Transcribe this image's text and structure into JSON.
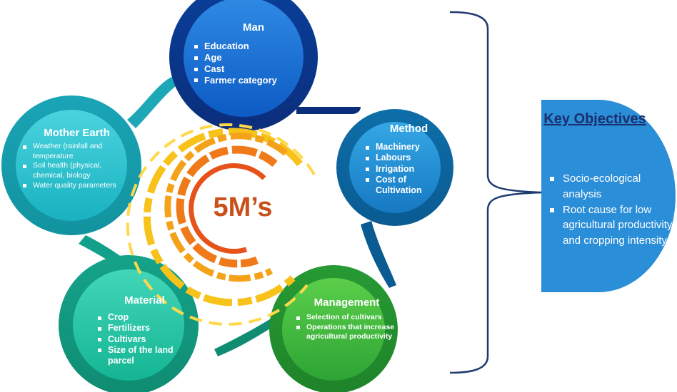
{
  "center": {
    "label": "5M’s"
  },
  "man": {
    "title": "Man",
    "items": [
      "Education",
      "Age",
      "Cast",
      "Farmer category"
    ]
  },
  "method": {
    "title": "Method",
    "items": [
      "Machinery",
      "Labours",
      "Irrigation",
      "Cost of Cultivation"
    ]
  },
  "mother_earth": {
    "title": "Mother Earth",
    "items": [
      "Weather (rainfall and temperature",
      "Soil health (physical, chemical, biology",
      "Water quality parameters"
    ]
  },
  "material": {
    "title": "Material",
    "items": [
      "Crop",
      "Fertilizers",
      "Cultivars",
      "Size of the land parcel"
    ]
  },
  "management": {
    "title": "Management",
    "items": [
      "Selection of cultivars",
      "Operations that increase agricultural productivity"
    ]
  },
  "key_objectives": {
    "title": "Key Objectives",
    "items": [
      "Socio-ecological analysis",
      "Root cause for low agricultural productivity and cropping intensity"
    ]
  },
  "colors": {
    "man": "#0f5cb8",
    "method": "#1284c8",
    "earth": "#14b6c4",
    "material": "#14b59a",
    "management": "#2ea43a",
    "key": "#2b8ed8",
    "center_text": "#c8501a"
  }
}
